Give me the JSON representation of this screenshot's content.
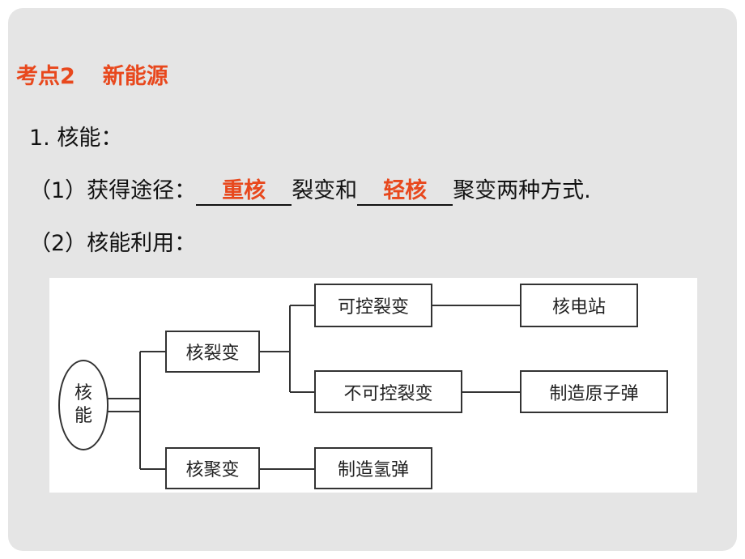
{
  "heading": {
    "number": "考点2",
    "title": "新能源"
  },
  "item1": "1. 核能：",
  "item_1_1": {
    "prefix": "（1）获得途径：",
    "blank1": "重核",
    "middle": "裂变和",
    "blank2": "轻核",
    "suffix": "聚变两种方式."
  },
  "item_1_2": "（2）核能利用：",
  "diagram": {
    "root_line1": "核",
    "root_line2": "能",
    "fission": "核裂变",
    "fusion": "核聚变",
    "controlled_fission": "可控裂变",
    "uncontrolled_fission": "不可控裂变",
    "power_plant": "核电站",
    "atomic_bomb": "制造原子弹",
    "hydrogen_bomb": "制造氢弹"
  },
  "colors": {
    "accent": "#e8481d",
    "slide_bg": "#e5e5e5",
    "text": "#111111"
  }
}
